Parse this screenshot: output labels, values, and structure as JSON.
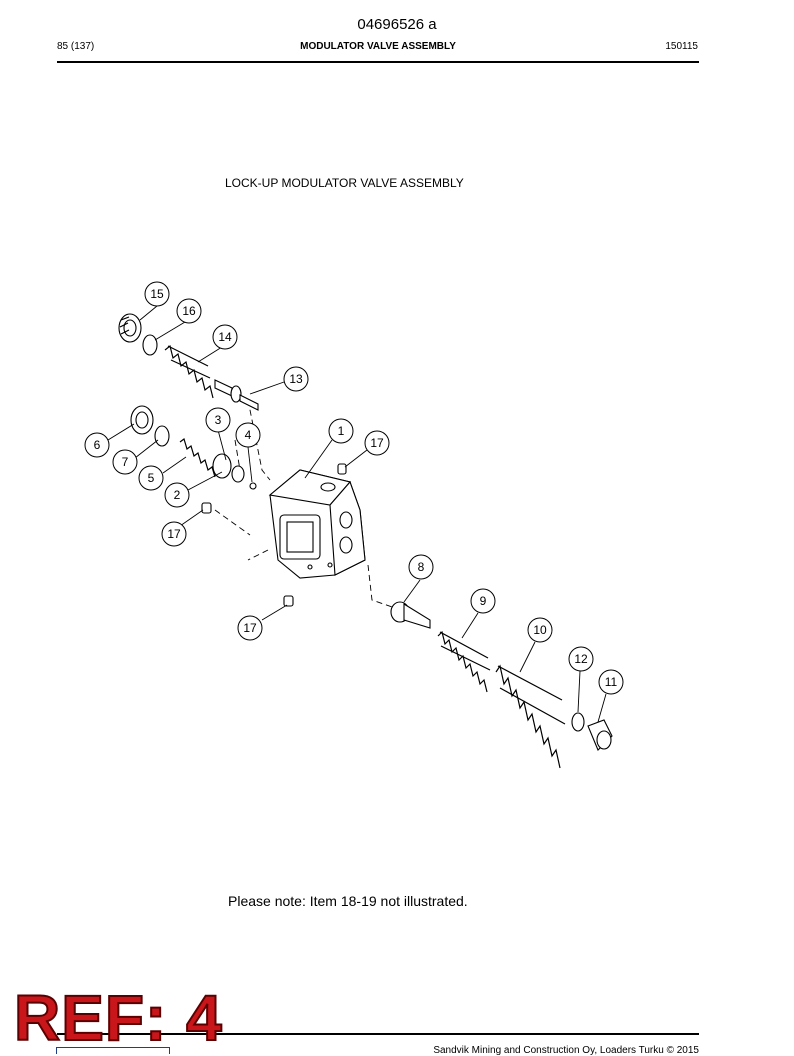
{
  "header": {
    "doc_number": "04696526 a",
    "page": "85 (137)",
    "section_title": "MODULATOR VALVE ASSEMBLY",
    "date_code": "150115"
  },
  "figure": {
    "title": "LOCK-UP MODULATOR VALVE ASSEMBLY",
    "callouts": [
      "15",
      "16",
      "14",
      "13",
      "3",
      "4",
      "1",
      "17",
      "6",
      "7",
      "5",
      "2",
      "17",
      "8",
      "17",
      "9",
      "10",
      "12",
      "11"
    ]
  },
  "note": "Please note: Item 18-19 not illustrated.",
  "footer": {
    "copyright": "Sandvik Mining and Construction Oy, Loaders Turku © 2015"
  },
  "stamp": {
    "text": "REF: 4"
  },
  "colors": {
    "stamp_red": "#c8161b",
    "stamp_outline": "#5a0000",
    "rule": "#000000"
  }
}
